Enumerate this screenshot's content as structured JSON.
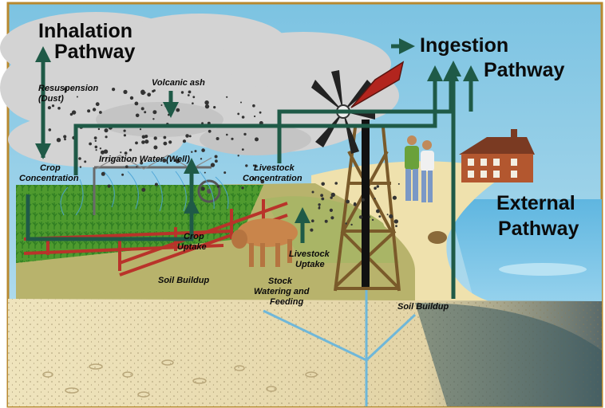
{
  "labels": {
    "inhalation_1": "Inhalation",
    "inhalation_2": "Pathway",
    "ingestion": "Ingestion",
    "ingestion_pathway": "Pathway",
    "external_1": "External",
    "external_2": "Pathway",
    "resuspension_1": "Resuspension",
    "resuspension_2": "(Dust)",
    "volcanic_ash": "Volcanic ash",
    "irrigation": "Irrigation Water (Well)",
    "crop_conc_1": "Crop",
    "crop_conc_2": "Concentration",
    "livestock_conc_1": "Livestock",
    "livestock_conc_2": "Concentration",
    "crop_uptake_1": "Crop",
    "crop_uptake_2": "Uptake",
    "livestock_uptake_1": "Livestock",
    "livestock_uptake_2": "Uptake",
    "soil_buildup_left": "Soil Buildup",
    "soil_buildup_right": "Soil Buildup",
    "stock_1": "Stock",
    "stock_2": "Watering and",
    "stock_3": "Feeding"
  },
  "colors": {
    "arrow": "#1f5a47",
    "sky": "#8fcde6",
    "cloud": "#d4d4d4",
    "field": "#5fa23a",
    "ground": "#c9b06a",
    "sand": "#efe3b4",
    "soil": "#e6d9b0",
    "water": "#76c3e6",
    "frame": "#b8892f"
  }
}
